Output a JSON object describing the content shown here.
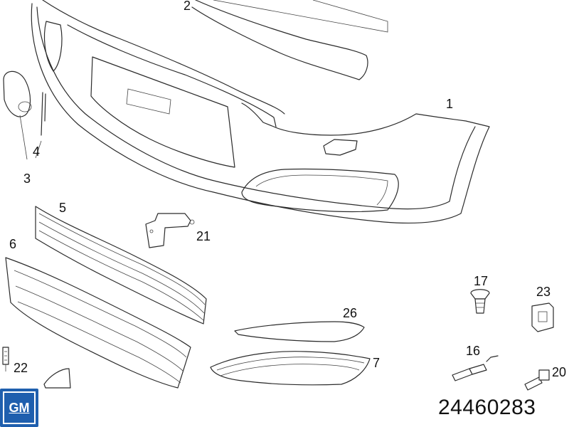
{
  "diagram": {
    "part_labels": [
      "1",
      "2",
      "3",
      "4",
      "5",
      "6",
      "7",
      "16",
      "17",
      "20",
      "21",
      "22",
      "23",
      "26"
    ],
    "reference_number": "24460283",
    "brand_logo_text": "GM",
    "colors": {
      "logo_background": "#1f5fae",
      "line": "#2b2b2b"
    }
  }
}
